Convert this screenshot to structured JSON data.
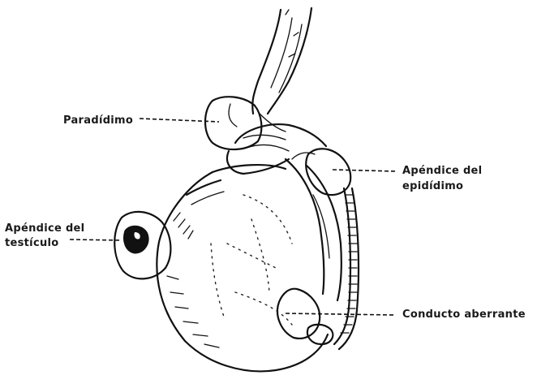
{
  "labels": {
    "paradidimo": "Paradídimo",
    "apendice_epididimo_line1": "Apéndice del",
    "apendice_epididimo_line2": "epidídimo",
    "apendice_testiculo_line1": "Apéndice del",
    "apendice_testiculo_line2": "testículo",
    "conducto_aberrante": "Conducto aberrante"
  },
  "colors": {
    "ink": "#111111",
    "background": "#ffffff"
  }
}
